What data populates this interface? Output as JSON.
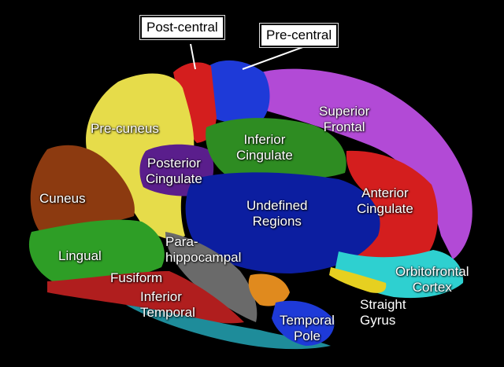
{
  "callouts": {
    "post_central": "Post-central",
    "pre_central": "Pre-central"
  },
  "regions": {
    "precuneus": "Pre-cuneus",
    "superior_frontal": [
      "Superior",
      "Frontal"
    ],
    "inferior_cingulate": [
      "Inferior",
      "Cingulate"
    ],
    "posterior_cingulate": [
      "Posterior",
      "Cingulate"
    ],
    "cuneus": "Cuneus",
    "undefined_regions": [
      "Undefined",
      "Regions"
    ],
    "anterior_cingulate": [
      "Anterior",
      "Cingulate"
    ],
    "parahippocampal": [
      "Para-",
      "hippocampal"
    ],
    "lingual": "Lingual",
    "orbitofrontal": [
      "Orbitofrontal",
      "Cortex"
    ],
    "fusiform": "Fusiform",
    "inferior_temporal": [
      "Inferior",
      "Temporal"
    ],
    "straight_gyrus": [
      "Straight",
      "Gyrus"
    ],
    "temporal_pole": [
      "Temporal",
      "Pole"
    ]
  },
  "colors": {
    "background": "#000000",
    "precuneus": "#e6dc4a",
    "superior_frontal": "#b24ad6",
    "post_central": "#d41e1e",
    "pre_central": "#1e3ad8",
    "inferior_cingulate": "#2e8c22",
    "posterior_cingulate": "#5a1e8c",
    "cuneus": "#8c3a10",
    "undefined_regions": "#0c1ea0",
    "anterior_cingulate": "#d41e1e",
    "parahippocampal": "#6a6a6a",
    "lingual": "#2e9e26",
    "orbitofrontal": "#2ed0d0",
    "fusiform": "#b01e1e",
    "inferior_temporal": "#1e8c9a",
    "straight_gyrus": "#e6d020",
    "temporal_pole": "#1e3ad8",
    "amygdala": "#e08a1e"
  }
}
